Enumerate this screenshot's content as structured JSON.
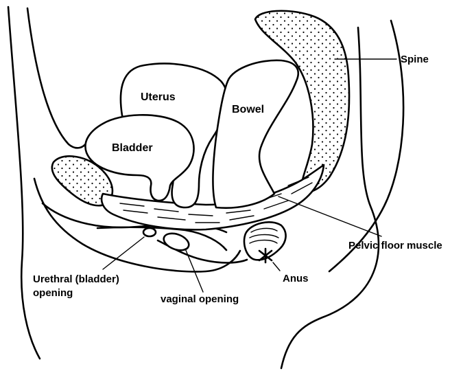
{
  "labels": {
    "uterus": "Uterus",
    "bowel": "Bowel",
    "bladder": "Bladder",
    "spine": "Spine",
    "pelvic_floor": "Pelvic floor muscle",
    "urethral_line1": "Urethral (bladder)",
    "urethral_line2": "opening",
    "vaginal": "vaginal opening",
    "anus": "Anus"
  }
}
